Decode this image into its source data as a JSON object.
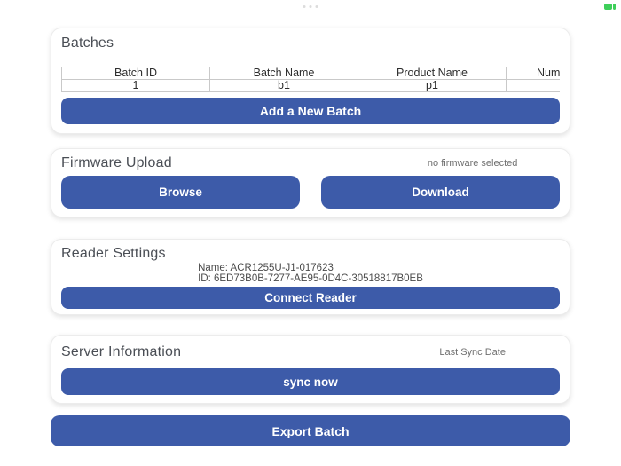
{
  "top_bar": {
    "multitask_dots_count": 3,
    "battery_color": "#3ecf5a"
  },
  "colors": {
    "accent_blue": "#3d5ba9",
    "button_text": "#ffffff",
    "battery_green": "#3ecf5a"
  },
  "batches": {
    "title": "Batches",
    "table": {
      "headers": [
        "Batch ID",
        "Batch Name",
        "Product Name",
        "Num"
      ],
      "rows": [
        [
          "1",
          "b1",
          "p1",
          ""
        ]
      ]
    },
    "add_button": "Add a New Batch"
  },
  "firmware": {
    "title": "Firmware Upload",
    "status": "no firmware selected",
    "browse_button": "Browse",
    "download_button": "Download"
  },
  "reader": {
    "title": "Reader Settings",
    "name_line": "Name: ACR1255U-J1-017623",
    "id_line": "ID: 6ED73B0B-7277-AE95-0D4C-30518817B0EB",
    "connect_button": "Connect Reader"
  },
  "server": {
    "title": "Server Information",
    "status": "Last Sync Date",
    "sync_button": "sync now"
  },
  "export": {
    "export_button": "Export Batch"
  }
}
